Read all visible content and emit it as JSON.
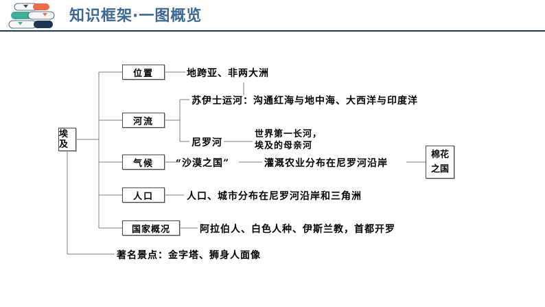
{
  "header": {
    "title": "知识框架·一图概览",
    "title_color": "#3c6894",
    "rule_color": "#1f3a55",
    "icon": "stacked-books-icon",
    "icon_colors": {
      "book_top": "#ee6c4d",
      "book_middle": "#3fae98",
      "book_bottom": "#1d3557",
      "book_pages": "#f4f7f6"
    }
  },
  "diagram": {
    "type": "mind-map",
    "root": {
      "label": "埃及"
    },
    "branches": [
      {
        "id": "location",
        "label": "位置",
        "detail": "地跨亚、非两大洲"
      },
      {
        "id": "rivers",
        "label": "河流",
        "children": [
          {
            "id": "suez",
            "label": "苏伊士运河：沟通红海与地中海、大西洋与印度洋"
          },
          {
            "id": "nile",
            "label": "尼罗河",
            "detail_line1": "世界第一长河，",
            "detail_line2": "埃及的母亲河"
          }
        ]
      },
      {
        "id": "climate",
        "label": "气候",
        "detail": "“沙漠之国”",
        "detail2": "灌溉农业分布在尼罗河沿岸",
        "endbox_line1": "棉花",
        "endbox_line2": "之国"
      },
      {
        "id": "population",
        "label": "人口",
        "detail": "人口、城市分布在尼罗河沿岸和三角洲"
      },
      {
        "id": "overview",
        "label": "国家概况",
        "detail": "阿拉伯人、白色人种、伊斯兰教，首都开罗"
      },
      {
        "id": "landmarks",
        "label": "著名景点：金字塔、狮身人面像"
      }
    ],
    "line_color": "#7f7f7f",
    "box_border_color": "#4a4a4a"
  }
}
